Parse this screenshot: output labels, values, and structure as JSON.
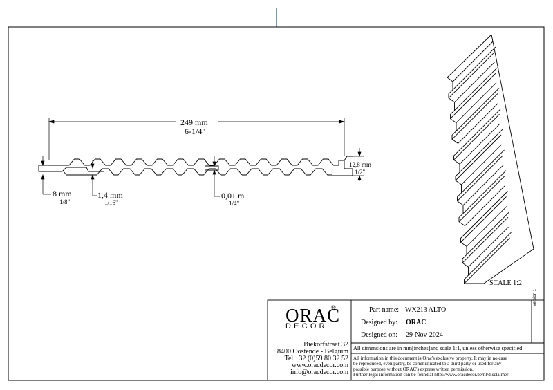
{
  "dimensions": {
    "overall_width_mm": "249 mm",
    "overall_width_in": "6-1/4\"",
    "thickness_mm": "12,8 mm",
    "thickness_in": "1/2\"",
    "left_mm": "8 mm",
    "left_in": "1/8\"",
    "groove_mm": "1,4 mm",
    "groove_in": "1/16\"",
    "mid_mm": "0,01 m",
    "mid_in": "1/4\""
  },
  "scale_label": "SCALE  1:2",
  "logo": {
    "main": "ORAC",
    "registered": "®",
    "sub": "DECOR"
  },
  "address": {
    "street": "Biekorfstraat 32",
    "city": "8400 Oostende - Belgium",
    "phone": "Tel  +32 (0)59 80 32 52",
    "web": "www.oracdecor.com",
    "email": "info@oracdecor.com"
  },
  "title_block": {
    "part_name_label": "Part name:",
    "part_name_value": "WX213 ALTO",
    "designed_by_label": "Designed by:",
    "designed_by_value": "ORAC",
    "designed_on_label": "Designed on:",
    "designed_on_value": "29-Nov-2024",
    "version": "Version 1",
    "units_note": "All dimensions are in mm[inches]and scale 1:1, unless otherwise specified",
    "legal_notes": [
      "All information in this document is Orac's exclusive property.  It may in no case",
      "be reproduced, even partly, be communicated to a third party or used for any",
      "possible purpose without ORAC's express written permission.",
      "Further legal information can be found at http://www.oracdecor.be/nl/disclaimer"
    ]
  }
}
